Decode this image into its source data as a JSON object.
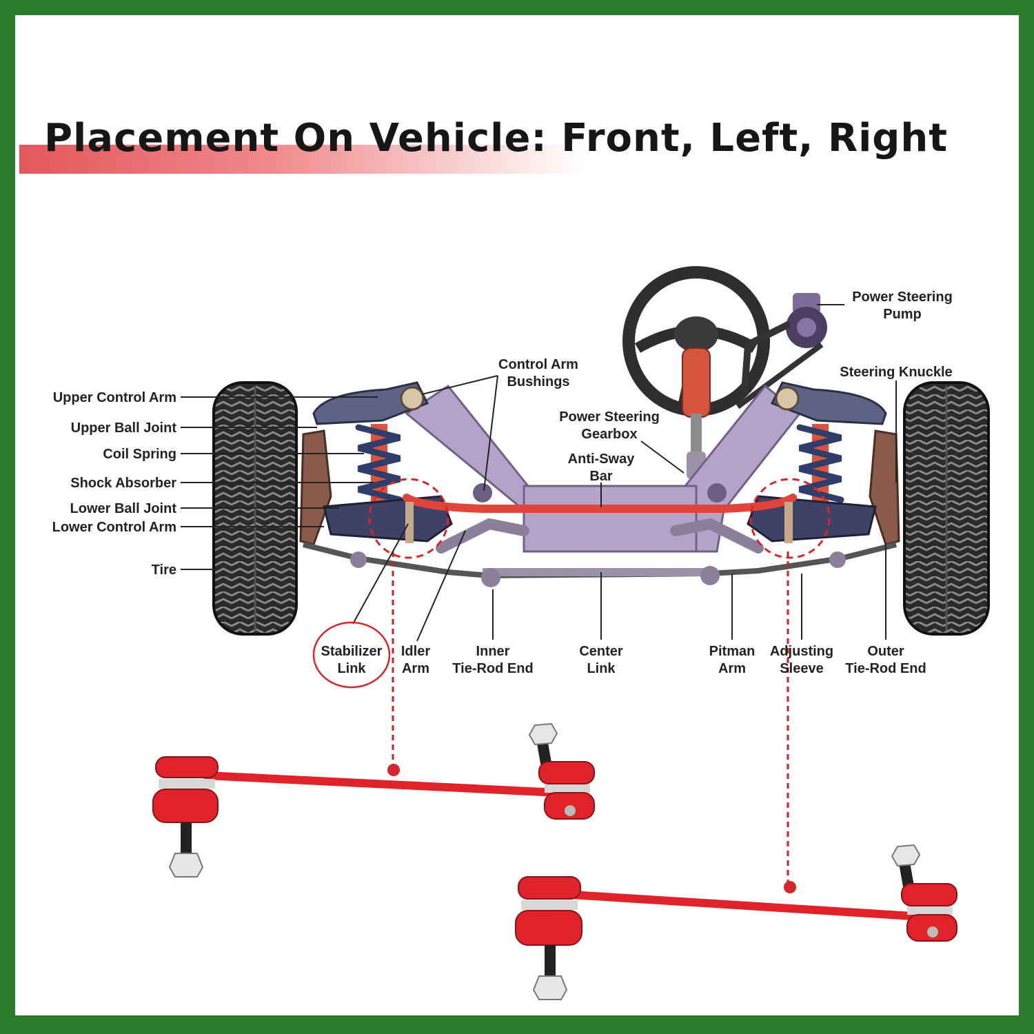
{
  "title": "Placement On Vehicle: Front, Left, Right",
  "labels": {
    "upper_control_arm": "Upper Control Arm",
    "upper_ball_joint": "Upper Ball Joint",
    "coil_spring": "Coil Spring",
    "shock_absorber": "Shock Absorber",
    "lower_ball_joint": "Lower Ball Joint",
    "lower_control_arm": "Lower Control Arm",
    "tire": "Tire",
    "control_arm_bushings_1": "Control Arm",
    "control_arm_bushings_2": "Bushings",
    "power_steering_gearbox_1": "Power Steering",
    "power_steering_gearbox_2": "Gearbox",
    "anti_sway_bar_1": "Anti-Sway",
    "anti_sway_bar_2": "Bar",
    "power_steering_pump_1": "Power Steering",
    "power_steering_pump_2": "Pump",
    "steering_knuckle": "Steering Knuckle",
    "stabilizer_link_1": "Stabilizer",
    "stabilizer_link_2": "Link",
    "idler_arm_1": "Idler",
    "idler_arm_2": "Arm",
    "inner_tie_rod_end_1": "Inner",
    "inner_tie_rod_end_2": "Tie-Rod End",
    "center_link_1": "Center",
    "center_link_2": "Link",
    "pitman_arm_1": "Pitman",
    "pitman_arm_2": "Arm",
    "adjusting_sleeve_1": "Adjusting",
    "adjusting_sleeve_2": "Sleeve",
    "outer_tie_rod_end_1": "Outer",
    "outer_tie_rod_end_2": "Tie-Rod End"
  },
  "colors": {
    "border": "#2c7a2c",
    "title_band": "#e3575a",
    "frame_purple": "#b5a2c8",
    "arm_slate": "#5d6287",
    "spring_blue": "#2f3d6b",
    "shock_red": "#d9533f",
    "link_red": "#e0232b",
    "highlight_red": "#d7262b",
    "tire": "#2a2a2a"
  }
}
